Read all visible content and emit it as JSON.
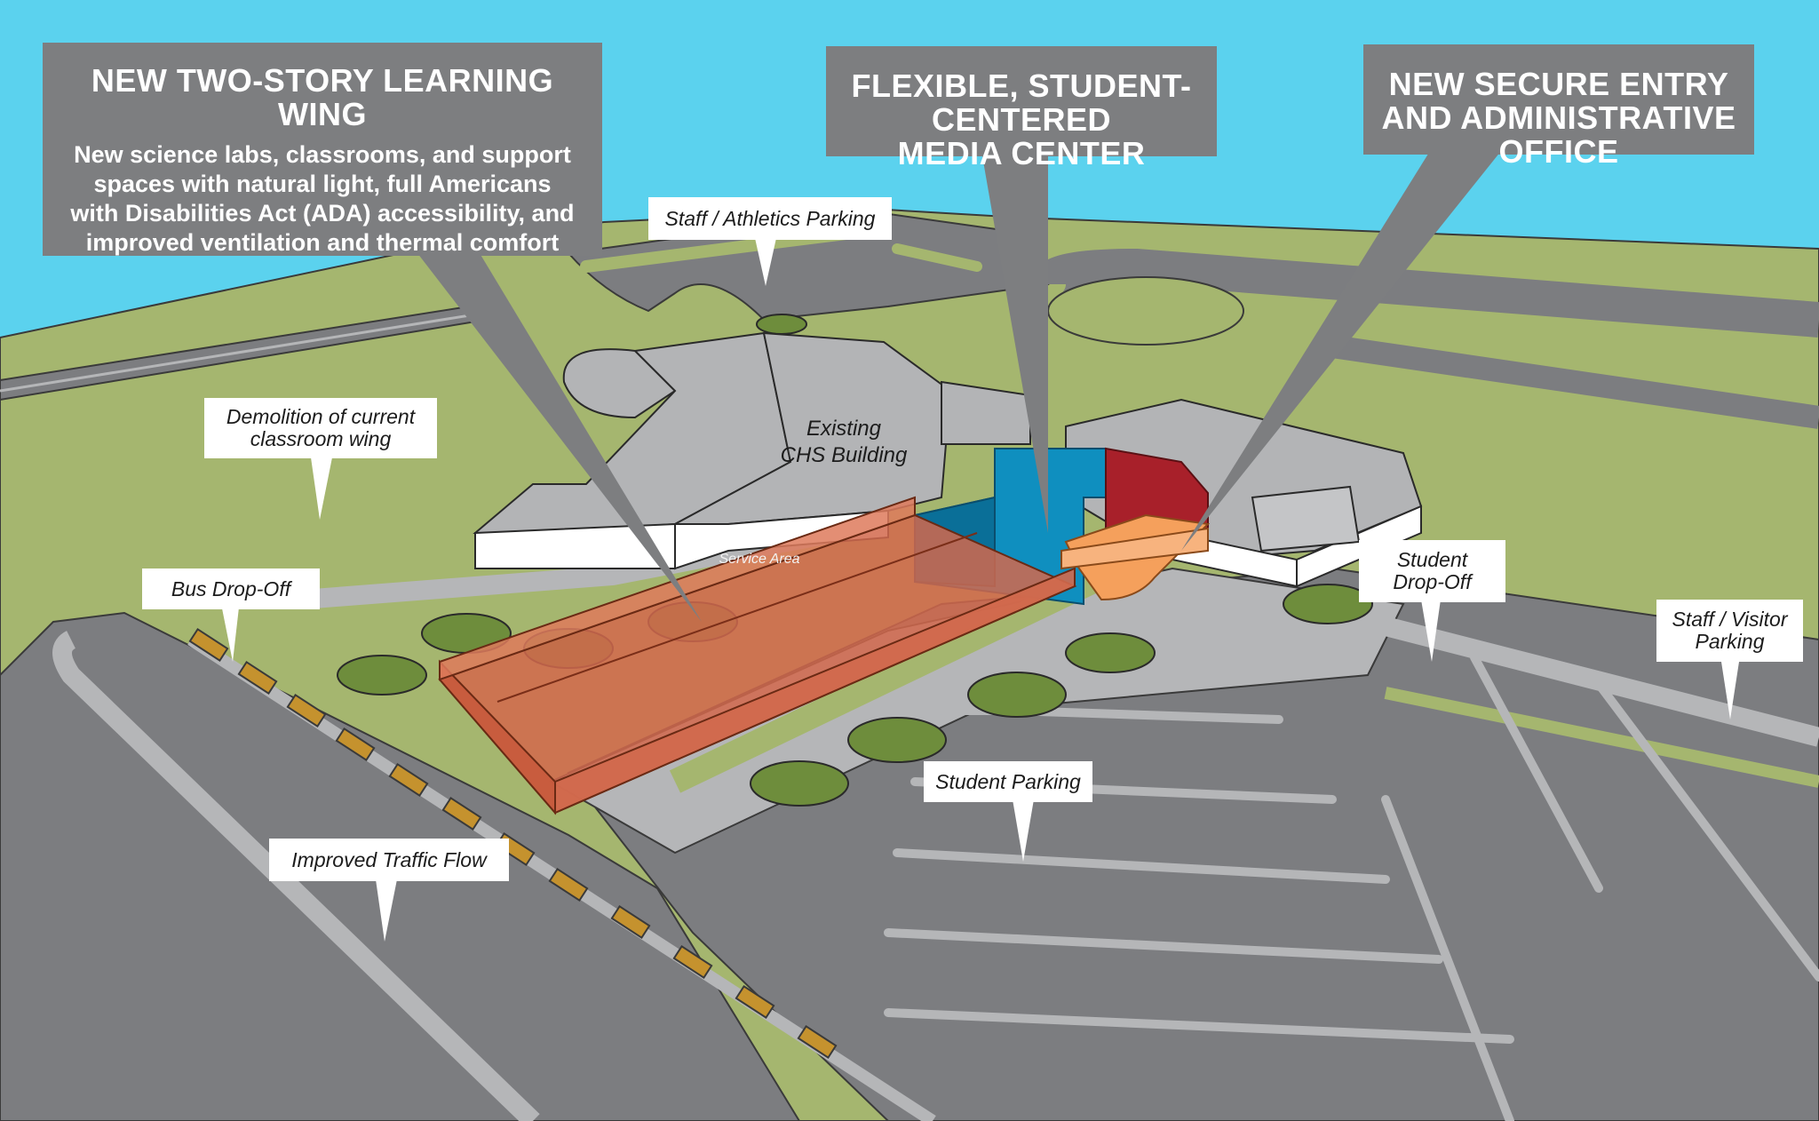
{
  "palette": {
    "sky": "#5bd2ee",
    "grass": "#a5b66f",
    "pavement": "#7c7d80",
    "walkway": "#b5b6b8",
    "building": "#b3b4b6",
    "new_learning_wing": "#d2694c",
    "media_center": "#0f8fbf",
    "admin_office": "#a8202a",
    "secure_entry": "#f5a05c",
    "callout_box": "#7d7e80",
    "bus_marker": "#c5922e",
    "tree": "#6e8d3c"
  },
  "callouts": {
    "learning_wing": {
      "title": "NEW TWO-STORY LEARNING WING",
      "description": "New science labs, classrooms, and support\nspaces with natural light, full Americans\nwith Disabilities Act (ADA) accessibility, and\nimproved ventilation and thermal comfort"
    },
    "media_center": {
      "title": "FLEXIBLE, STUDENT-CENTERED\nMEDIA CENTER"
    },
    "secure_entry": {
      "title": "NEW SECURE ENTRY\nAND ADMINISTRATIVE OFFICE"
    }
  },
  "labels": {
    "staff_athletics_parking": "Staff / Athletics Parking",
    "demolition": "Demolition of current\nclassroom wing",
    "bus_dropoff": "Bus Drop-Off",
    "student_dropoff": "Student\nDrop-Off",
    "staff_visitor_parking": "Staff / Visitor\nParking",
    "student_parking": "Student Parking",
    "improved_traffic_flow": "Improved Traffic Flow"
  },
  "map_text": {
    "existing_building": "Existing\nCHS Building",
    "service_area": "Service Area"
  }
}
